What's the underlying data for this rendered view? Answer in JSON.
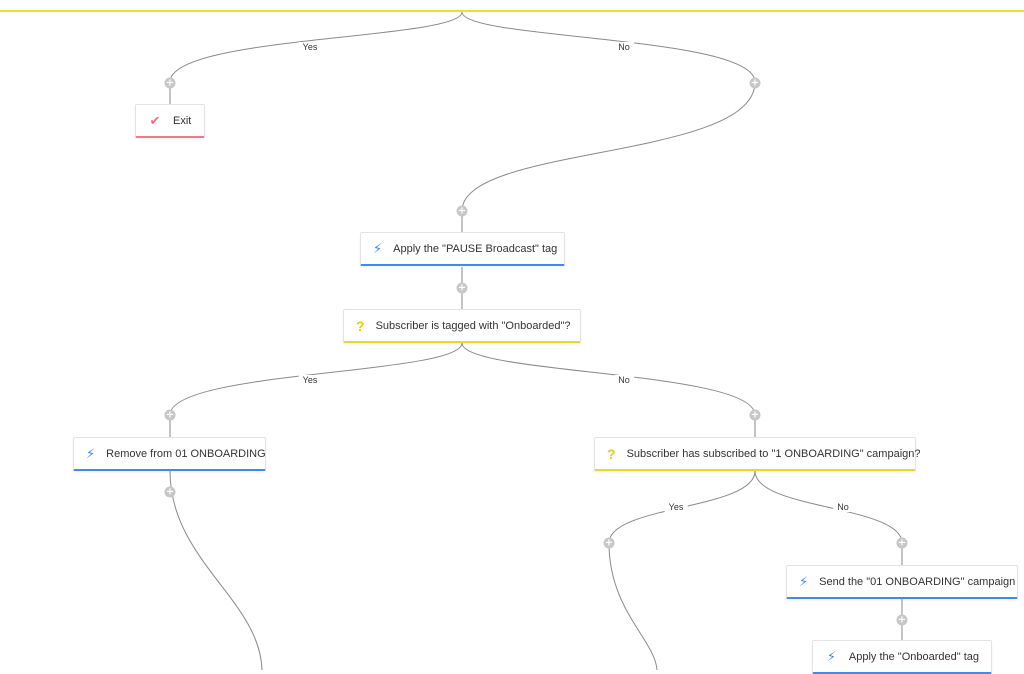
{
  "colors": {
    "action": "#3d8bf0",
    "condition": "#efd52a",
    "exit": "#ef7a88",
    "connector": "#8a8a8a",
    "top_bar": "#f1df2a"
  },
  "nodes": {
    "exit": {
      "label": "Exit",
      "icon": "check-icon"
    },
    "pause_tag": {
      "label": "Apply the \"PAUSE Broadcast\" tag",
      "icon": "lightning-icon"
    },
    "onboarded_cond": {
      "label": "Subscriber is tagged with \"Onboarded\"?",
      "icon": "question-icon"
    },
    "remove_onboarding": {
      "label": "Remove from 01 ONBOARDING",
      "icon": "lightning-icon"
    },
    "campaign_cond": {
      "label": "Subscriber has subscribed to \"1 ONBOARDING\" campaign?",
      "icon": "question-icon"
    },
    "send_campaign": {
      "label": "Send the \"01 ONBOARDING\" campaign",
      "icon": "lightning-icon"
    },
    "apply_onboarded": {
      "label": "Apply the \"Onboarded\" tag",
      "icon": "lightning-icon"
    }
  },
  "branch_labels": {
    "top_yes": "Yes",
    "top_no": "No",
    "mid_yes": "Yes",
    "mid_no": "No",
    "low_yes": "Yes",
    "low_no": "No"
  },
  "icons": {
    "bolt": "⚡",
    "question": "?",
    "check": "✔",
    "plus": "+"
  }
}
